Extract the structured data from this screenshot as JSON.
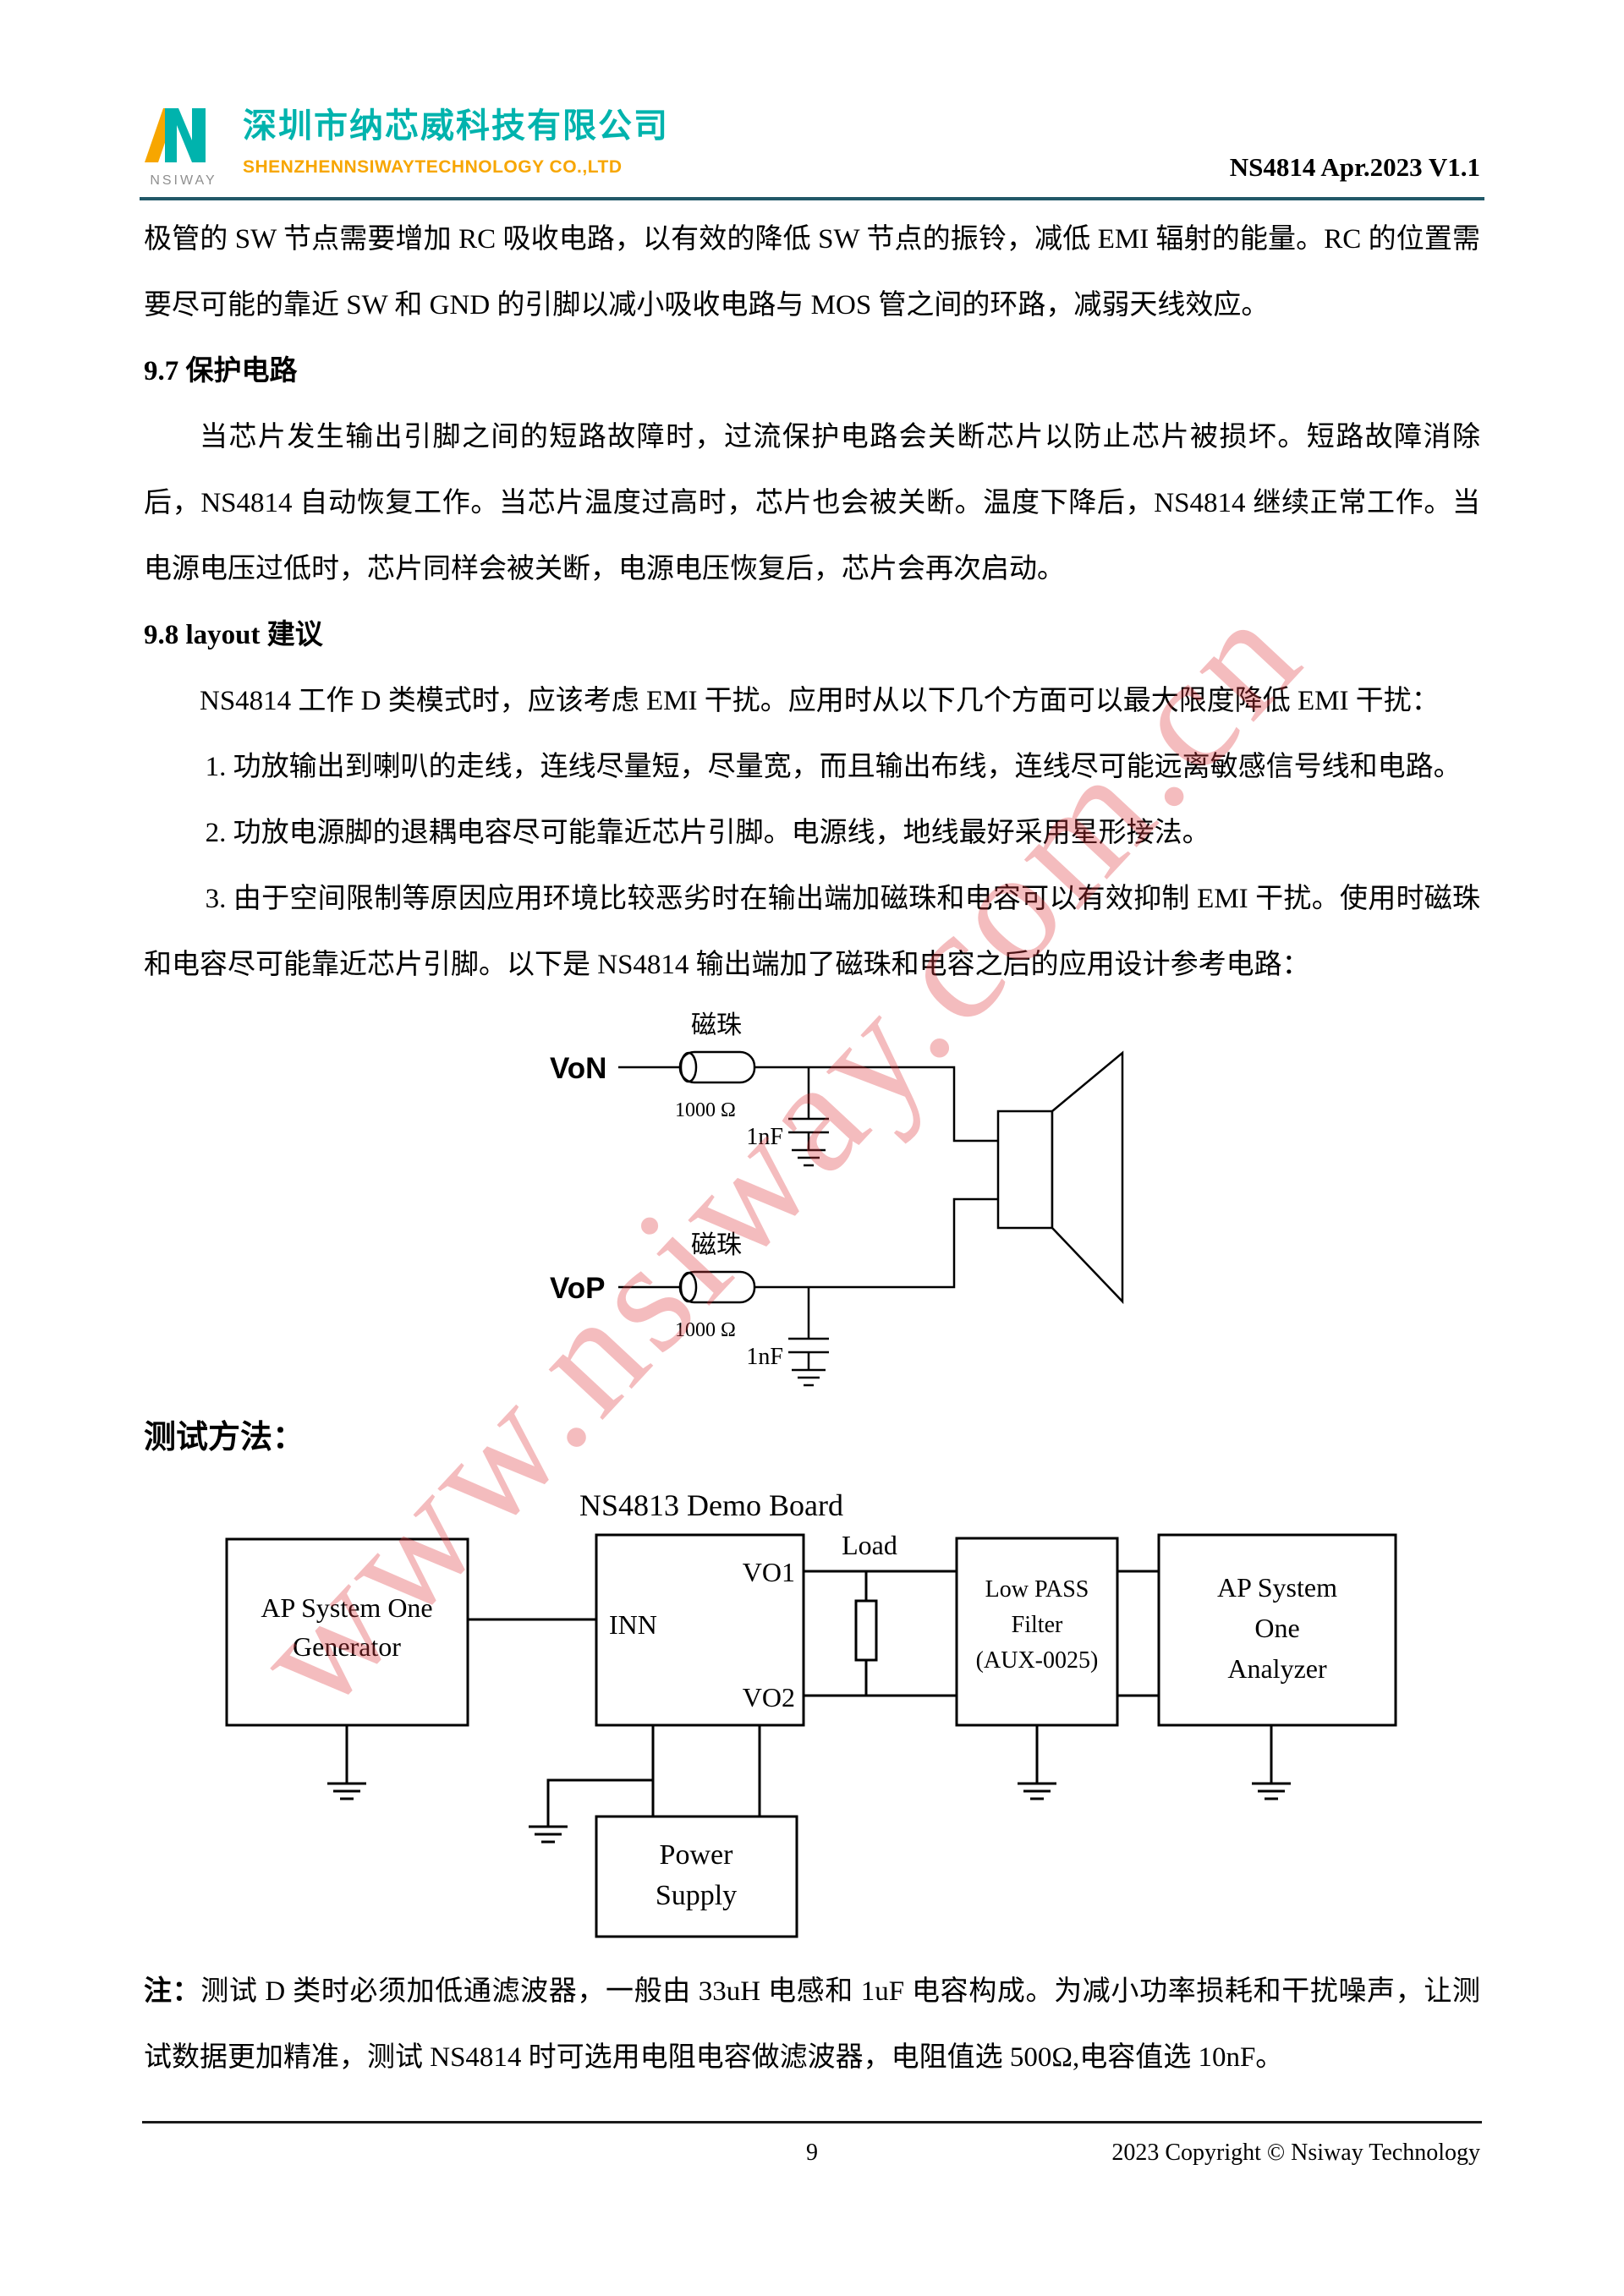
{
  "header": {
    "logo_text": "NSIWAY",
    "company_name": "深圳市纳芯威科技有限公司",
    "company_sub": "SHENZHENNSIWAYTECHNOLOGY CO.,LTD",
    "doc_ref": "NS4814 Apr.2023 V1.1"
  },
  "watermark": "www.nsiway.com.cn",
  "body": {
    "p_intro": "极管的 SW 节点需要增加 RC 吸收电路，以有效的降低 SW 节点的振铃，减低 EMI 辐射的能量。RC 的位置需要尽可能的靠近 SW 和 GND 的引脚以减小吸收电路与 MOS 管之间的环路，减弱天线效应。",
    "h_97": "9.7 保护电路",
    "p_97": "当芯片发生输出引脚之间的短路故障时，过流保护电路会关断芯片以防止芯片被损坏。短路故障消除后，NS4814 自动恢复工作。当芯片温度过高时，芯片也会被关断。温度下降后，NS4814 继续正常工作。当电源电压过低时，芯片同样会被关断，电源电压恢复后，芯片会再次启动。",
    "h_98": "9.8  layout 建议",
    "p_98": "NS4814 工作 D 类模式时，应该考虑 EMI 干扰。应用时从以下几个方面可以最大限度降低 EMI 干扰：",
    "item_1": "1. 功放输出到喇叭的走线，连线尽量短，尽量宽，而且输出布线，连线尽可能远离敏感信号线和电路。",
    "item_2": "2. 功放电源脚的退耦电容尽可能靠近芯片引脚。电源线，地线最好采用星形接法。",
    "item_3": "3. 由于空间限制等原因应用环境比较恶劣时在输出端加磁珠和电容可以有效抑制 EMI 干扰。使用时磁珠和电容尽可能靠近芯片引脚。以下是 NS4814 输出端加了磁珠和电容之后的应用设计参考电路："
  },
  "circuit": {
    "von_label": "VoN",
    "vop_label": "VoP",
    "bead_label_top": "磁珠",
    "bead_label_bottom": "磁珠",
    "bead_value_top": "1000 Ω",
    "bead_value_bottom": "1000 Ω",
    "cap_value_top": "1nF",
    "cap_value_bottom": "1nF"
  },
  "test_method": {
    "heading": "测试方法：",
    "board_title": "NS4813 Demo Board",
    "generator_line1": "AP System One",
    "generator_line2": "Generator",
    "inn_label": "INN",
    "vo1_label": "VO1",
    "vo2_label": "VO2",
    "load_label": "Load",
    "filter_line1": "Low PASS",
    "filter_line2": "Filter",
    "filter_line3": "(AUX-0025)",
    "analyzer_line1": "AP System",
    "analyzer_line2": "One",
    "analyzer_line3": "Analyzer",
    "power_line1": "Power",
    "power_line2": "Supply"
  },
  "note": {
    "prefix": "注：",
    "text": "测试 D 类时必须加低通滤波器，一般由 33uH 电感和 1uF 电容构成。为减小功率损耗和干扰噪声，让测试数据更加精准，测试 NS4814 时可选用电阻电容做滤波器，电阻值选 500Ω,电容值选 10nF。"
  },
  "footer": {
    "page_number": "9",
    "copyright": "2023 Copyright © Nsiway Technology"
  }
}
